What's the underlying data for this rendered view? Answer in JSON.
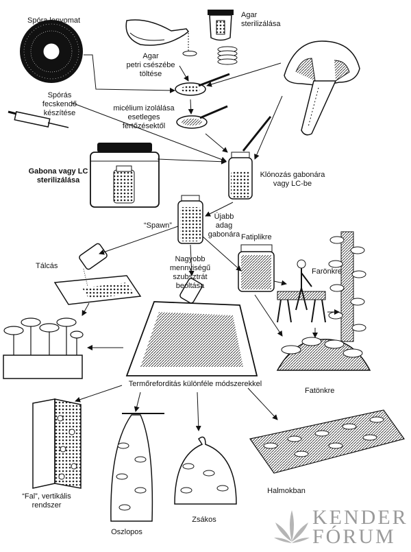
{
  "labels": {
    "spora_lenyomat": "Spóra lenyomat",
    "agar_sterilizalasa_1": "Agar",
    "agar_sterilizalasa_2": "sterilizálása",
    "agar_petri_1": "Agar",
    "agar_petri_2": "petri csészébe",
    "agar_petri_3": "töltése",
    "sporas_1": "Spórás",
    "sporas_2": "fecskendő",
    "sporas_3": "készítése",
    "micelium_1": "micélium izolálása",
    "micelium_2": "esetleges",
    "micelium_3": "fertőzésektől",
    "gabona_1": "Gabona vagy LC",
    "gabona_2": "sterilizálása",
    "klonozas_1": "Klónozás gabonára",
    "klonozas_2": "vagy LC-be",
    "spawn": "“Spawn”",
    "ujabb_1": "Újabb",
    "ujabb_2": "adag",
    "ujabb_3": "gabonára",
    "fatiplikre": "Fatiplikre",
    "talcas": "Tálcás",
    "nagyobb_1": "Nagyobb",
    "nagyobb_2": "mennyiségű",
    "nagyobb_3": "szubsztrát",
    "nagyobb_4": "beoltása",
    "faronkre": "Farönkre",
    "fatonkre": "Fatönkre",
    "termore": "Termőreforditás különféle módszerekkel",
    "fal_1": "“Fal”, vertikális",
    "fal_2": "rendszer",
    "oszlopos": "Oszlopos",
    "zsakos": "Zsákos",
    "halmokban": "Halmokban"
  },
  "logo": {
    "word1": "KENDER",
    "word2": "FÓRUM"
  }
}
